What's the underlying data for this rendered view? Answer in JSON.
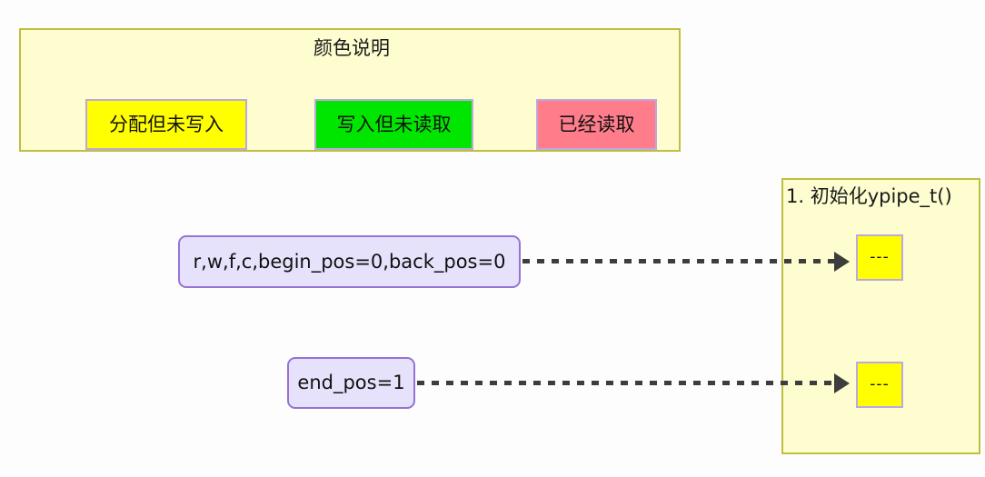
{
  "legend": {
    "title": "颜色说明",
    "swatches": [
      {
        "label": "分配但未写入",
        "color": "#ffff00"
      },
      {
        "label": "写入但未读取",
        "color": "#00e600"
      },
      {
        "label": "已经读取",
        "color": "#ff7d8a"
      }
    ],
    "border_color": "#bfbf3f",
    "fill_color": "#fdfdd0",
    "swatch_border_color": "#bda8e0"
  },
  "step_panel": {
    "title": "1. 初始化ypipe_t()",
    "border_color": "#bfbf3f",
    "fill_color": "#fdfdd0",
    "slots": [
      {
        "label": "---",
        "color": "#ffff00"
      },
      {
        "label": "---",
        "color": "#ffff00"
      }
    ]
  },
  "state_nodes": [
    {
      "label": "r,w,f,c,begin_pos=0,back_pos=0",
      "fill": "#e6e2fb",
      "border": "#9673d4"
    },
    {
      "label": "end_pos=1",
      "fill": "#e6e2fb",
      "border": "#9673d4"
    }
  ],
  "connectors": [
    {
      "name": "arrow-to-slot-0",
      "style": "dashed",
      "color": "#3d3d3d"
    },
    {
      "name": "arrow-to-slot-1",
      "style": "dashed",
      "color": "#3d3d3d"
    }
  ],
  "canvas": {
    "background": "#fdfdfd"
  }
}
